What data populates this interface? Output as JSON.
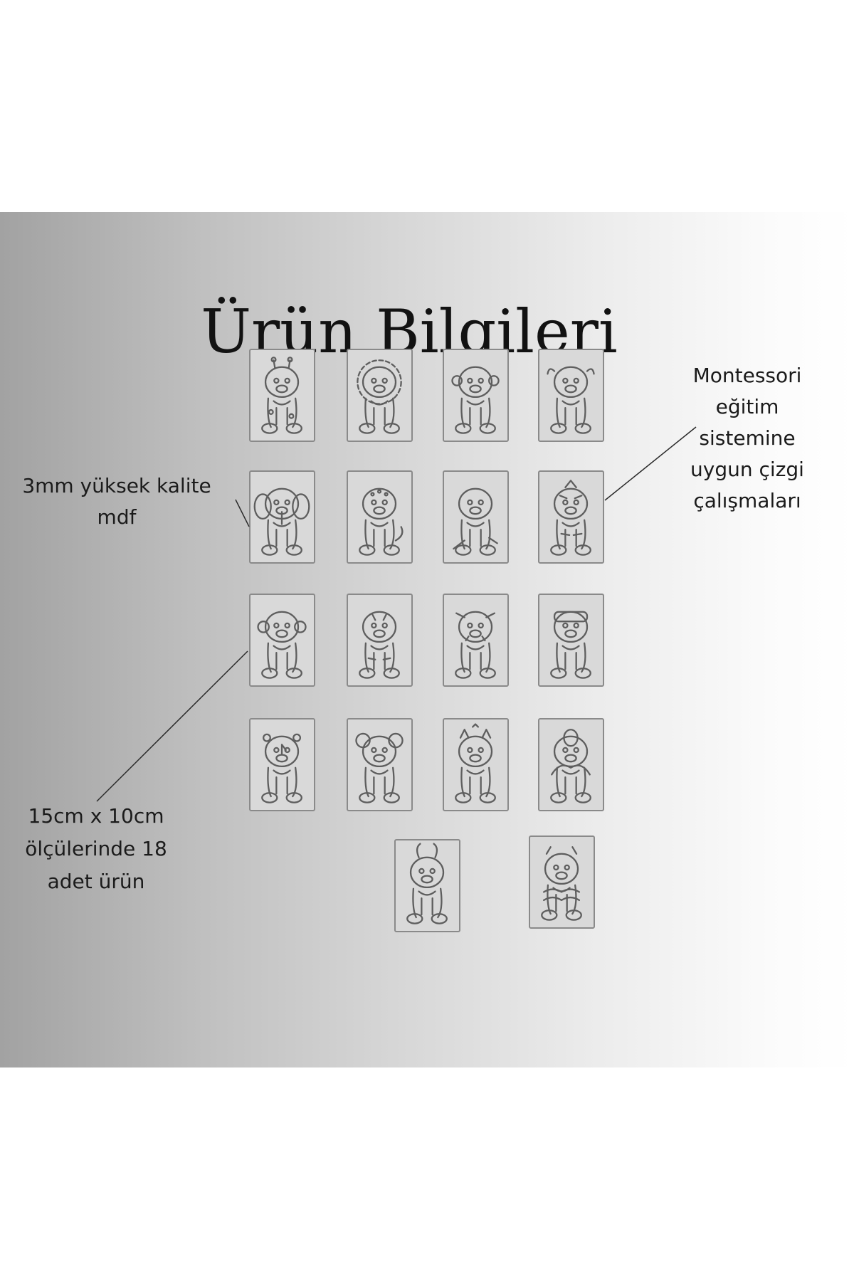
{
  "title": "Ürün Bilgileri",
  "notes": {
    "material": [
      "3mm yüksek kalite",
      "mdf"
    ],
    "montessori": [
      "Montessori",
      "eğitim",
      "sistemine",
      "uygun çizgi",
      "çalışmaları"
    ],
    "size": [
      "15cm x 10cm",
      "ölçülerinde 18",
      "adet ürün"
    ]
  },
  "cards": [
    {
      "icon": "giraffe-icon"
    },
    {
      "icon": "lion-icon"
    },
    {
      "icon": "monkey-icon"
    },
    {
      "icon": "buffalo-icon"
    },
    {
      "icon": "elephant-icon"
    },
    {
      "icon": "leopard-icon"
    },
    {
      "icon": "crocodile-icon"
    },
    {
      "icon": "zebra-icon"
    },
    {
      "icon": "chimpanzee-icon"
    },
    {
      "icon": "tiger-icon"
    },
    {
      "icon": "warthog-icon"
    },
    {
      "icon": "hippo-icon"
    },
    {
      "icon": "rhino-icon"
    },
    {
      "icon": "koala-icon"
    },
    {
      "icon": "hyena-icon"
    },
    {
      "icon": "ostrich-icon"
    },
    {
      "icon": "antelope-icon"
    },
    {
      "icon": "owl-icon"
    }
  ],
  "colors": {
    "card_fill": "#d9d9d9",
    "card_border": "#8a8a8a",
    "outline": "#5e5e5e",
    "text": "#1b1b1b"
  }
}
